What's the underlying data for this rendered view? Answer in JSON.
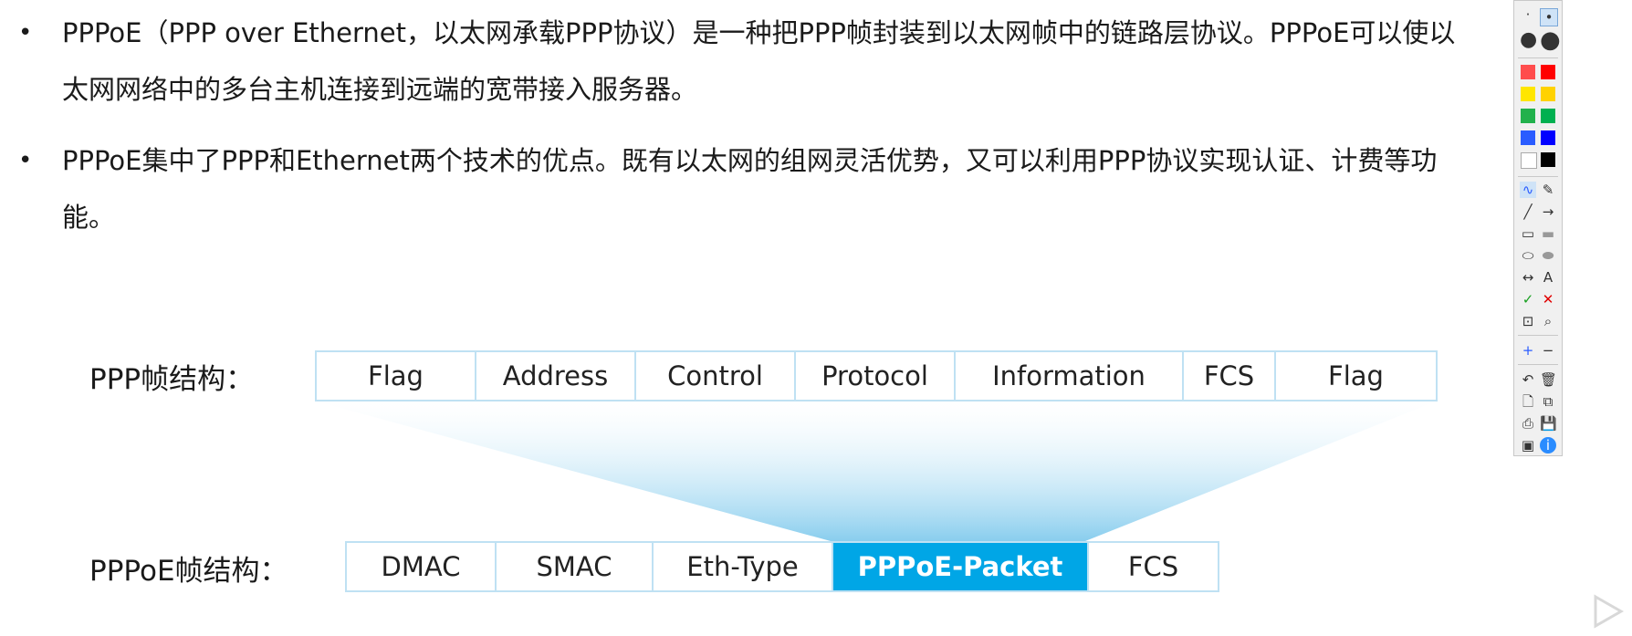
{
  "bullets": [
    {
      "text": "PPPoE（PPP over Ethernet，以太网承载PPP协议）是一种把PPP帧封装到以太网帧中的链路层协议。PPPoE可以使以太网网络中的多台主机连接到远端的宽带接入服务器。"
    },
    {
      "text": "PPPoE集中了PPP和Ethernet两个技术的优点。既有以太网的组网灵活优势，又可以利用PPP协议实现认证、计费等功能。"
    }
  ],
  "bullet_symbol": "•",
  "ppp_frame": {
    "label": "PPP帧结构：",
    "fields": [
      "Flag",
      "Address",
      "Control",
      "Protocol",
      "Information",
      "FCS",
      "Flag"
    ]
  },
  "pppoe_frame": {
    "label": "PPPoE帧结构：",
    "fields": [
      "DMAC",
      "SMAC",
      "Eth-Type",
      "PPPoE-Packet",
      "FCS"
    ],
    "highlight_index": 3
  },
  "toolbar": {
    "colors": [
      "#ff4d4d",
      "#ff0000",
      "#ffe600",
      "#ffd200",
      "#22b14c",
      "#00b050",
      "#2a5cff",
      "#0000ff",
      "#ffffff",
      "#000000"
    ],
    "tools": [
      "pen-icon",
      "highlighter-icon",
      "line-icon",
      "arrow-icon",
      "rectangle-icon",
      "filled-rectangle-icon",
      "ellipse-icon",
      "filled-ellipse-icon",
      "double-arrow-icon",
      "text-icon",
      "check-icon",
      "cross-icon",
      "crop-icon",
      "zoom-icon",
      "plus-icon",
      "minus-icon",
      "undo-icon",
      "trash-icon",
      "new-page-icon",
      "copy-icon",
      "print-icon",
      "save-icon",
      "screen-icon",
      "info-icon"
    ],
    "text_tool_label": "A"
  },
  "colors": {
    "accent": "#00a6e6",
    "border": "#bfe1f3",
    "trapezoid": "#7cc8ec"
  }
}
